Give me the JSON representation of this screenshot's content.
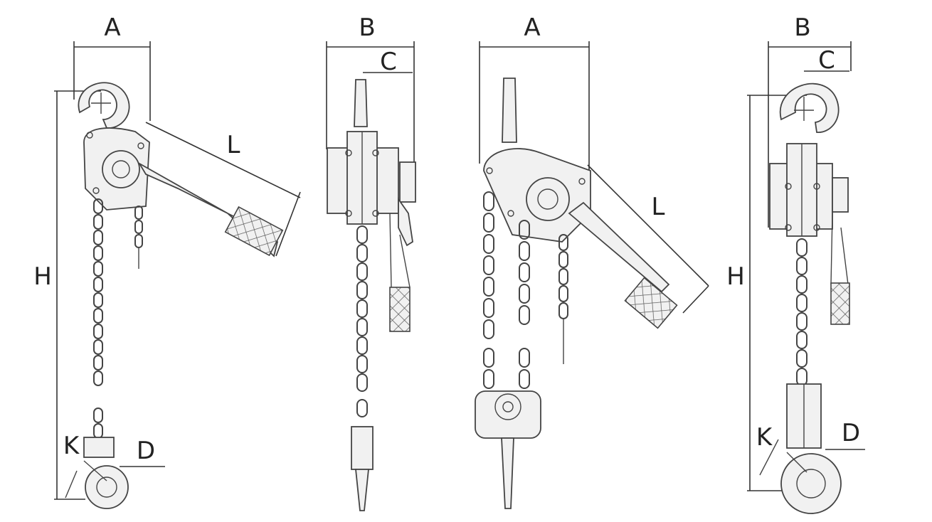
{
  "labels": {
    "view1": {
      "A": "A",
      "H": "H",
      "K": "K",
      "D": "D",
      "L": "L"
    },
    "view2": {
      "B": "B",
      "C": "C"
    },
    "view3": {
      "A": "A",
      "L": "L"
    },
    "view4": {
      "B": "B",
      "C": "C",
      "H": "H",
      "K": "K",
      "D": "D"
    }
  }
}
